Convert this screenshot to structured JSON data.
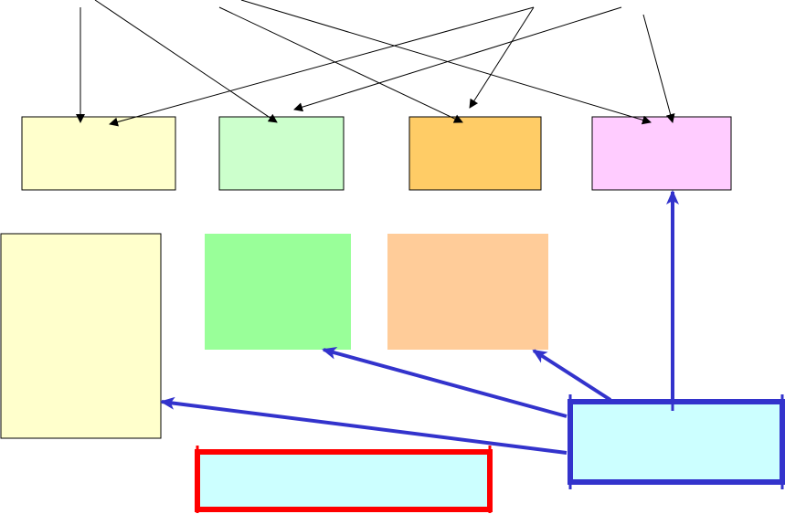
{
  "diagram": {
    "background": "#ffffff",
    "thin_line_color": "#000000",
    "blue_color": "#3333cc",
    "red_color": "#ff0000",
    "top_row_boxes": [
      {
        "name": "top-box-yellow",
        "fill": "#ffffcc"
      },
      {
        "name": "top-box-green",
        "fill": "#ccffcc"
      },
      {
        "name": "top-box-orange",
        "fill": "#ffcc66"
      },
      {
        "name": "top-box-pink",
        "fill": "#ffccff"
      }
    ],
    "middle_row_boxes": [
      {
        "name": "middle-box-yellow",
        "fill": "#ffffcc"
      },
      {
        "name": "middle-box-green",
        "fill": "#99ff99"
      },
      {
        "name": "middle-box-peach",
        "fill": "#ffcc99"
      }
    ],
    "hub_box": {
      "name": "hub-box-cyan",
      "fill": "#ccffff",
      "border": "#3333cc"
    },
    "bottom_box": {
      "name": "bottom-box-cyan",
      "fill": "#ccffff",
      "border": "#ff0000"
    }
  }
}
